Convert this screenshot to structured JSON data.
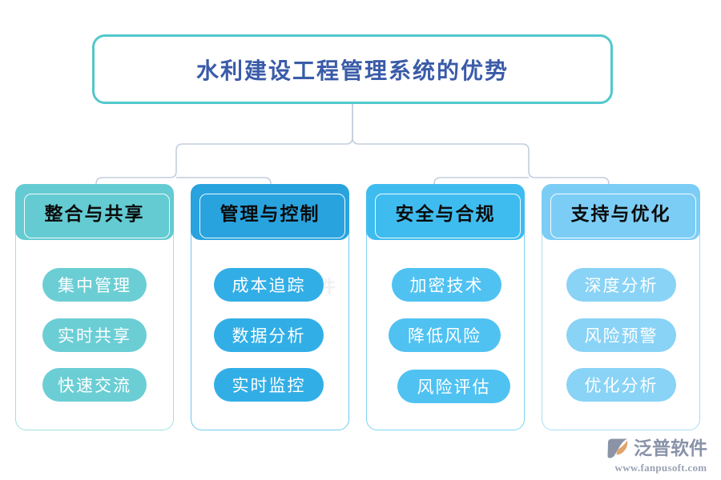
{
  "diagram": {
    "title": "水利建设工程管理系统的优势",
    "title_border_color": "#52C8CC",
    "title_text_color": "#3A5BA8",
    "columns": [
      {
        "header": "整合与共享",
        "header_color": "#64CBD2",
        "pill_color": "#6BCED4",
        "border_color": "#9FE0E2",
        "items": [
          "集中管理",
          "实时共享",
          "快速交流"
        ]
      },
      {
        "header": "管理与控制",
        "header_color": "#29A3DE",
        "pill_color": "#32AEE6",
        "border_color": "#6FC9EE",
        "items": [
          "成本追踪",
          "数据分析",
          "实时监控"
        ]
      },
      {
        "header": "安全与合规",
        "header_color": "#3FBCEF",
        "pill_color": "#4FC2F2",
        "border_color": "#7FD2F2",
        "items": [
          "加密技术",
          "降低风险",
          "风险评估"
        ]
      },
      {
        "header": "支持与优化",
        "header_color": "#7CCDF5",
        "pill_color": "#89D3F6",
        "border_color": "#A9DCF6",
        "items": [
          "深度分析",
          "风险预警",
          "优化分析"
        ]
      }
    ],
    "connector_color": "#C3CEDC"
  },
  "logo": {
    "name": "泛普软件",
    "url": "www.fanpusoft.com",
    "mark_gray": "#8B94A6",
    "mark_orange": "#E0A36A"
  }
}
